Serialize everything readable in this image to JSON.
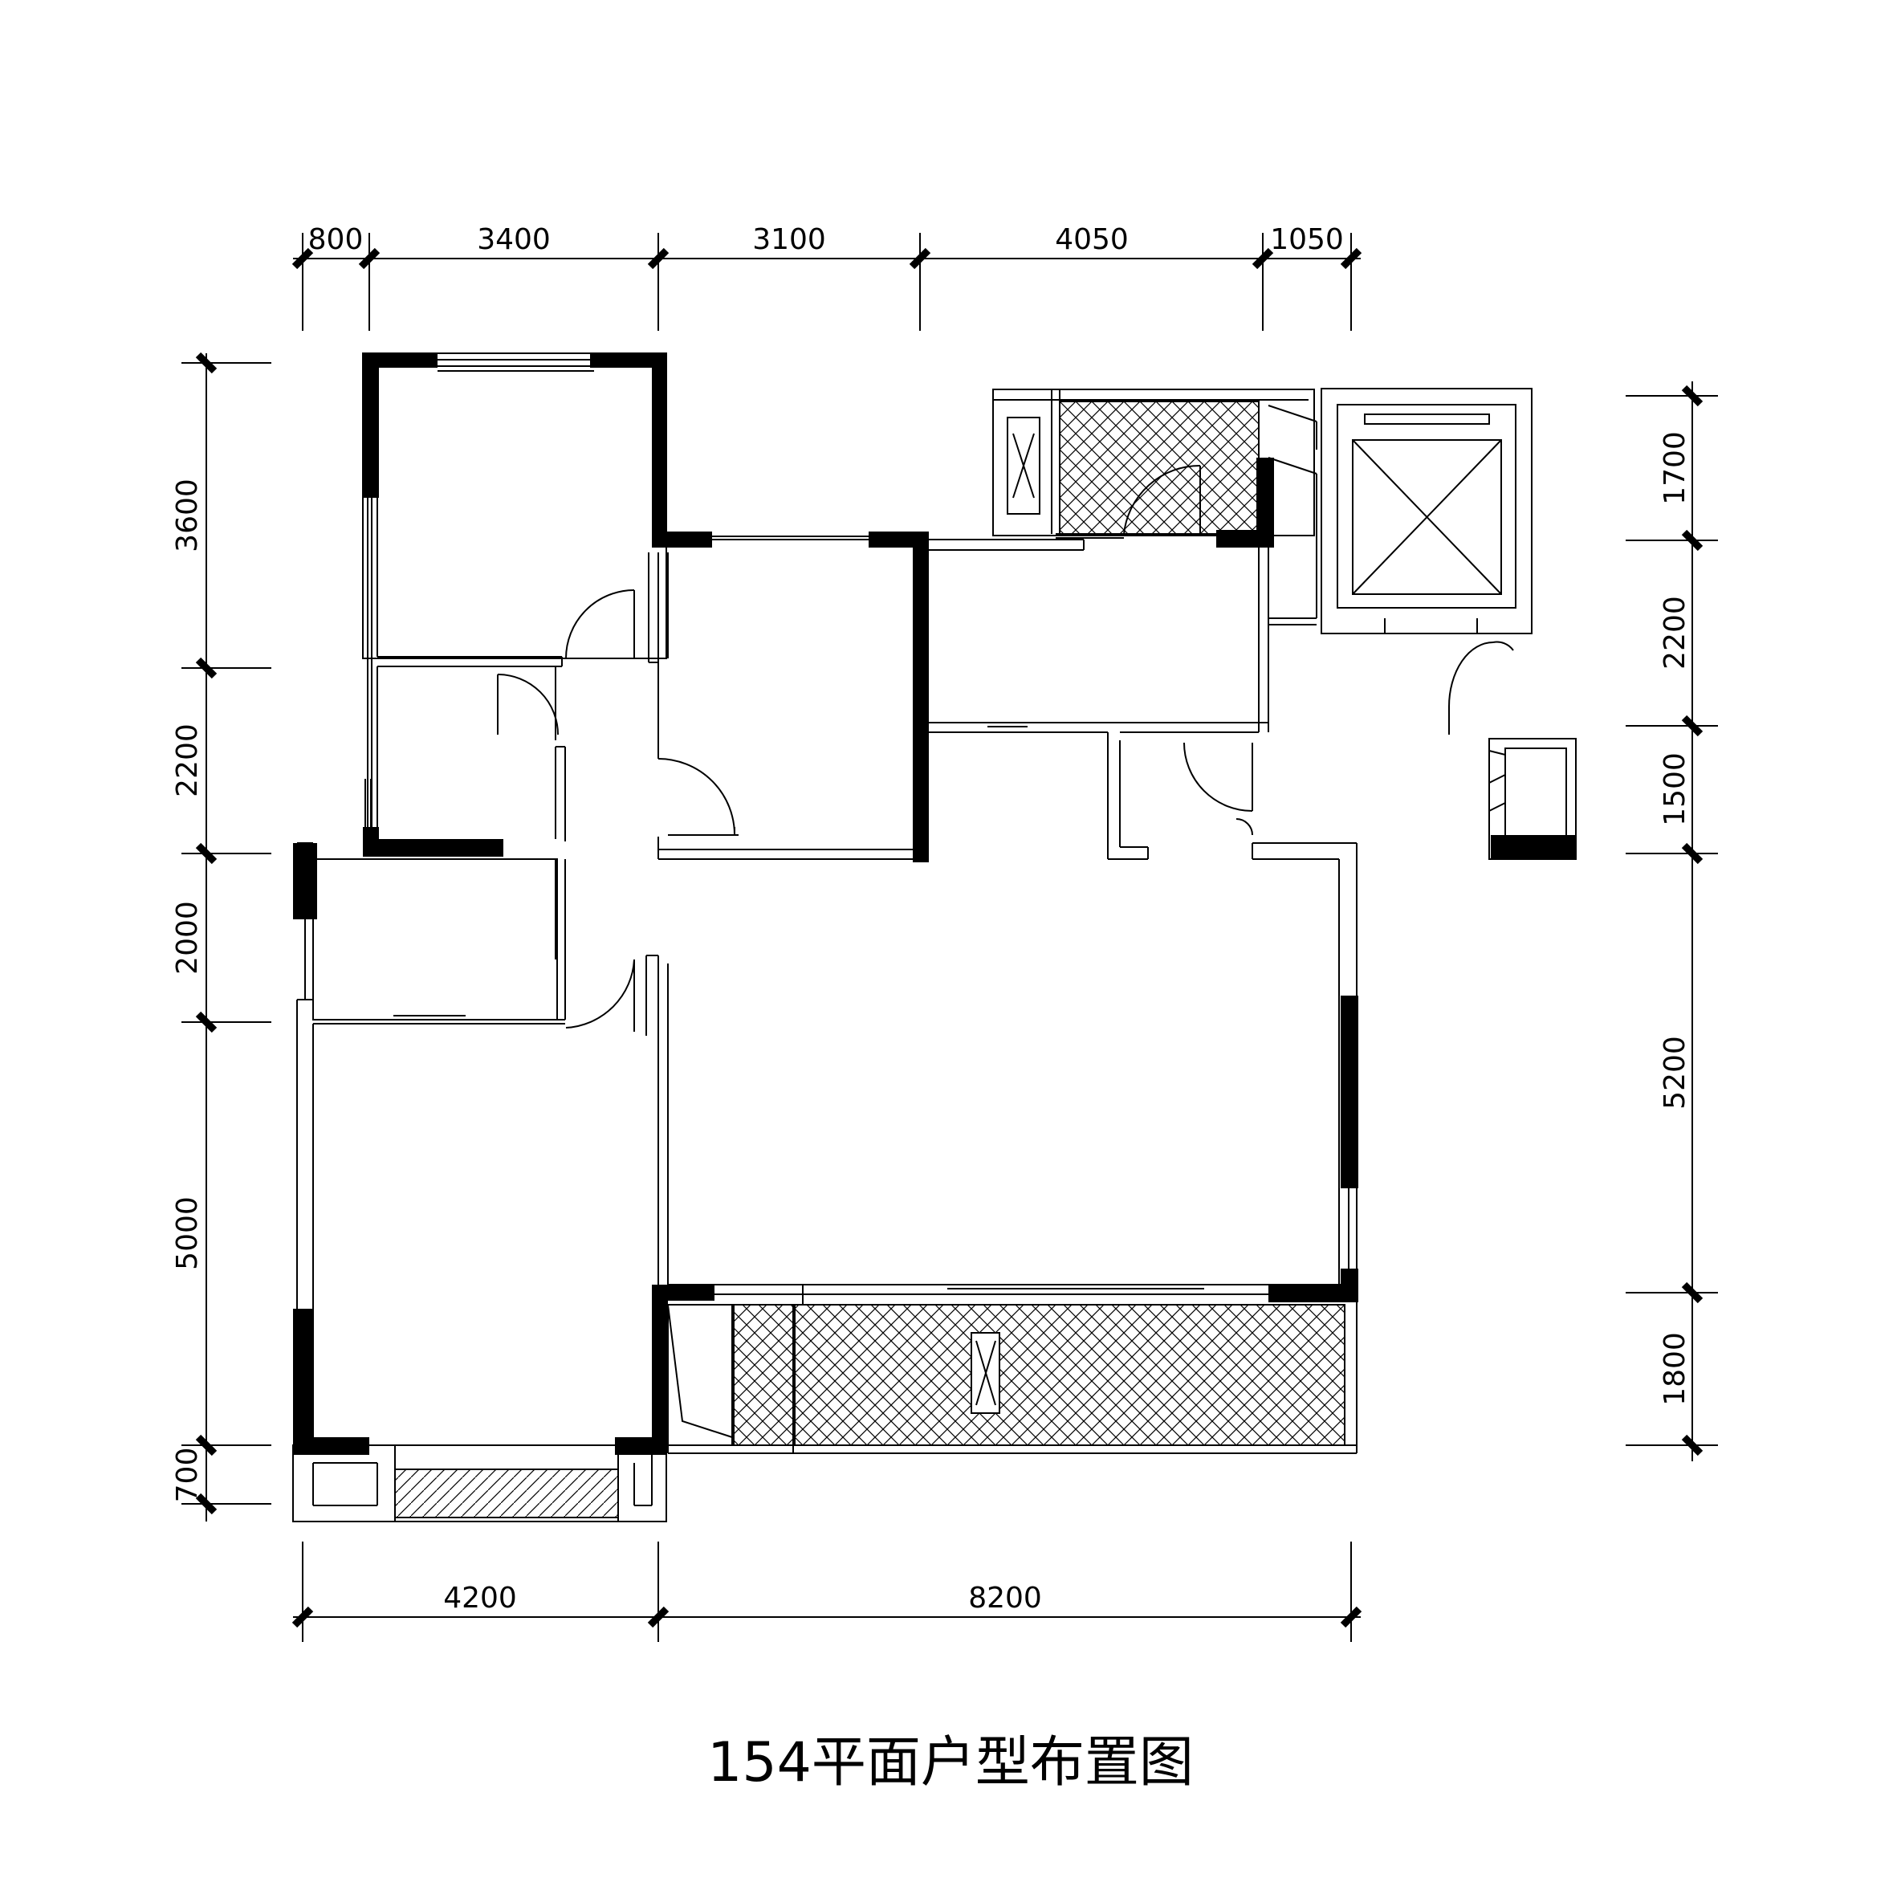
{
  "title": "154平面户型布置图",
  "dimensions": {
    "top": [
      "800",
      "3400",
      "3100",
      "4050",
      "1050"
    ],
    "bottom": [
      "4200",
      "8200"
    ],
    "left": [
      "3600",
      "2200",
      "2000",
      "5000",
      "700"
    ],
    "right": [
      "1700",
      "2200",
      "1500",
      "5200",
      "1800"
    ]
  }
}
